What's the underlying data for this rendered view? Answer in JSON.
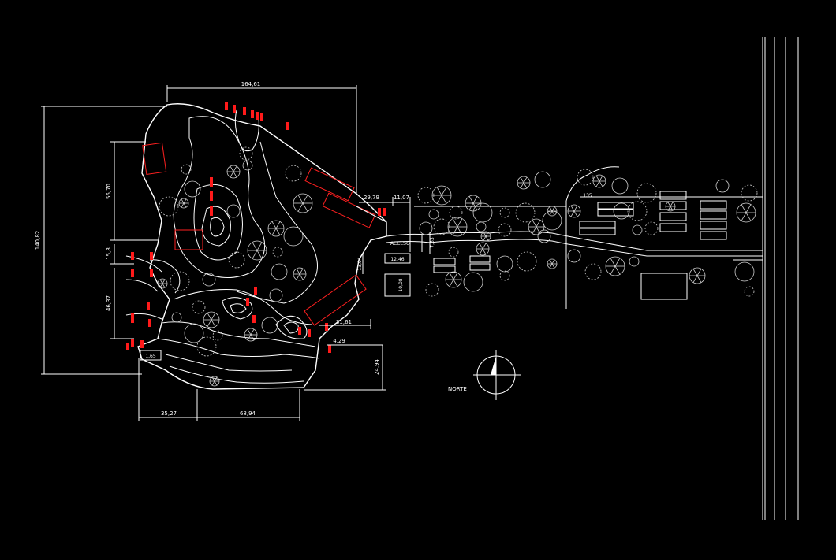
{
  "drawing": {
    "background": "#000000",
    "line_color": "#ffffff",
    "accent_color": "#ff1a1a",
    "labels": {
      "north": "NORTE",
      "access": "ACCESO"
    },
    "dimensions": {
      "top_width": "164,61",
      "total_height": "140,82",
      "upper_height": "56,70",
      "mid_small": "15,8",
      "lower_height": "46,37",
      "bottom_left": "35,27",
      "bottom_center": "68,94",
      "small_box": "1,65",
      "access_a": "29,79",
      "access_b": "11,07",
      "access_c": "13,04",
      "access_d": "12,46",
      "access_e": "10,08",
      "access_f": "7,63",
      "right_mid": "31,61",
      "right_small": "4,29",
      "right_height": "24,94",
      "road_label": "135"
    }
  }
}
